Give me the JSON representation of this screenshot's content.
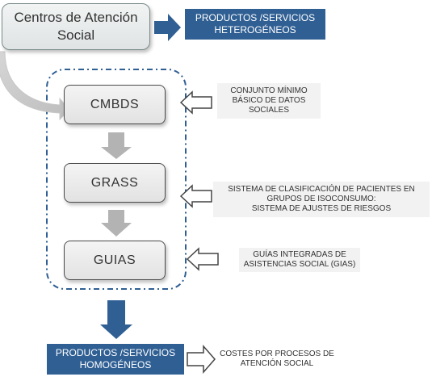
{
  "top_box": {
    "label": "Centros de Atención\nSocial"
  },
  "products_heterogeneous": {
    "label": "PRODUCTOS /SERVICIOS\nHETEROGÉNEOS"
  },
  "steps": [
    {
      "id": "cmbds",
      "label": "CMBDS"
    },
    {
      "id": "grass",
      "label": "GRASS"
    },
    {
      "id": "guias",
      "label": "GUIAS"
    }
  ],
  "notes": {
    "cmbds": "CONJUNTO MÍNIMO\nBÁSICO DE DATOS\nSOCIALES",
    "grass": "SISTEMA DE CLASIFICACIÓN DE PACIENTES EN\nGRUPOS DE ISOCONSUMO:\nSISTEMA DE AJUSTES DE RIESGOS",
    "guias": "GUÍAS INTEGRADAS DE\nASISTENCIAS SOCIAL (GIAS)"
  },
  "products_homogeneous": {
    "label": "PRODUCTOS /SERVICIOS\nHOMOGÉNEOS"
  },
  "costs": {
    "label": "COSTES POR PROCESOS DE\nATENCIÓN SOCIAL"
  },
  "colors": {
    "blue": "#2f5f93",
    "gray_arrow": "#b3b3b3",
    "dashed_border": "#2f5f93"
  }
}
